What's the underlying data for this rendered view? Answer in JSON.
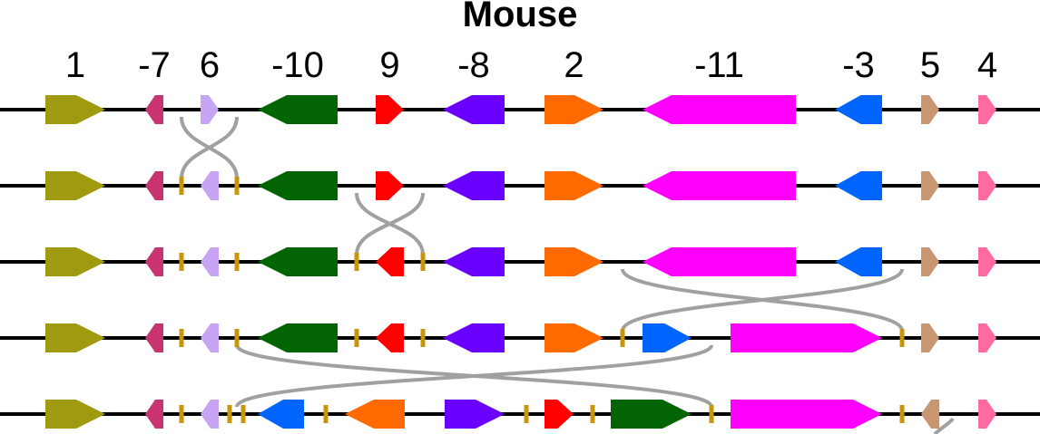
{
  "title": "Mouse",
  "colors": {
    "line": "#000000",
    "breakpoint": "#c8960a",
    "swap_arc": "#a0a0a0"
  },
  "genes": [
    {
      "label": "1",
      "color": "#a09a10"
    },
    {
      "label": "-7",
      "color": "#c83470"
    },
    {
      "label": "6",
      "color": "#c8a4f4"
    },
    {
      "label": "-10",
      "color": "#036403"
    },
    {
      "label": "9",
      "color": "#ff0000"
    },
    {
      "label": "-8",
      "color": "#6a00ff"
    },
    {
      "label": "2",
      "color": "#ff6a00"
    },
    {
      "label": "-11",
      "color": "#ff00ff"
    },
    {
      "label": "-3",
      "color": "#0064ff"
    },
    {
      "label": "5",
      "color": "#c89670"
    },
    {
      "label": "4",
      "color": "#ff6aa0"
    }
  ],
  "rows": [
    {
      "order": [
        "1",
        "-7",
        "6",
        "-10",
        "9",
        "-8",
        "2",
        "-11",
        "-3",
        "5",
        "4"
      ]
    },
    {
      "order": [
        "1",
        "-7",
        "-6",
        "-10",
        "9",
        "-8",
        "2",
        "-11",
        "-3",
        "5",
        "4"
      ]
    },
    {
      "order": [
        "1",
        "-7",
        "-6",
        "-10",
        "-9",
        "-8",
        "2",
        "-11",
        "-3",
        "5",
        "4"
      ]
    },
    {
      "order": [
        "1",
        "-7",
        "-6",
        "-10",
        "-9",
        "-8",
        "2",
        "3",
        "11",
        "5",
        "4"
      ]
    },
    {
      "order": [
        "1",
        "-7",
        "-6",
        "-3",
        "-2",
        "8",
        "9",
        "10",
        "11",
        "-5",
        "4"
      ]
    }
  ],
  "operations": [
    {
      "type": "inversion",
      "from_row": 1,
      "to_row": 2,
      "genes": [
        "6"
      ]
    },
    {
      "type": "inversion",
      "from_row": 2,
      "to_row": 3,
      "genes": [
        "9"
      ]
    },
    {
      "type": "inversion",
      "from_row": 3,
      "to_row": 4,
      "genes": [
        "-11",
        "-3"
      ]
    },
    {
      "type": "inversion",
      "from_row": 4,
      "to_row": 5,
      "genes": [
        "-10",
        "-9",
        "-8",
        "2",
        "3"
      ]
    }
  ]
}
